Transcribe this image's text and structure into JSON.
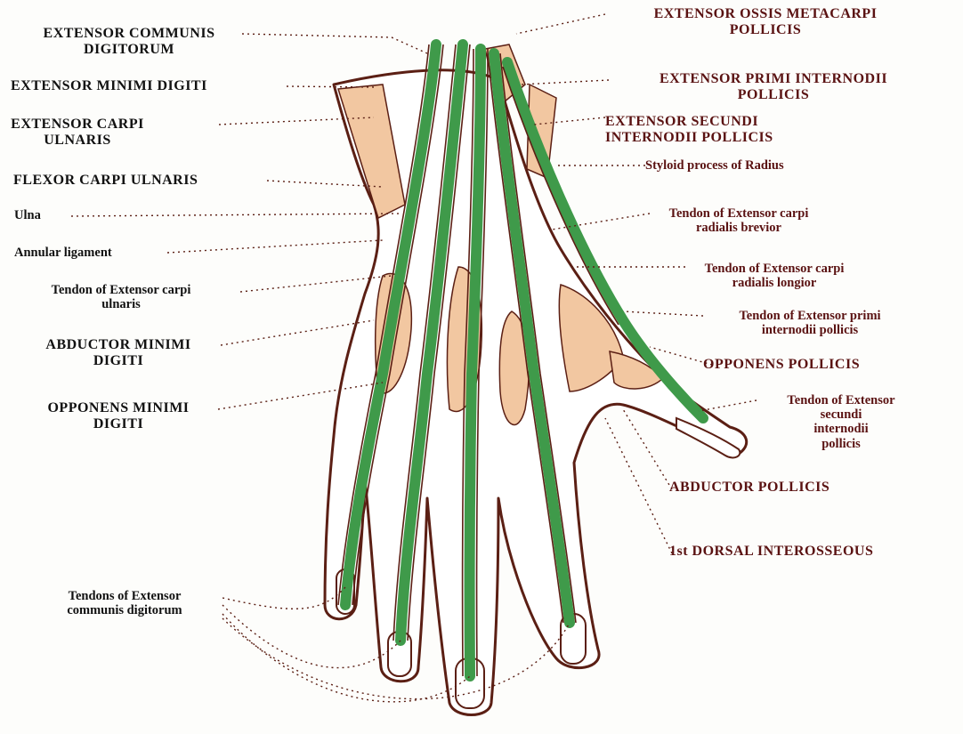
{
  "colors": {
    "tendon": "#3f9a4a",
    "muscle": "#f2c7a1",
    "outline": "#5b1f14",
    "label_left": "#111111",
    "label_right": "#5a1212"
  },
  "labels": {
    "extensor_communis_digitorum": "EXTENSOR COMMUNIS\nDIGITORUM",
    "extensor_minimi_digiti": "EXTENSOR MINIMI DIGITI",
    "extensor_carpi_ulnaris": "EXTENSOR CARPI\nULNARIS",
    "flexor_carpi_ulnaris": "FLEXOR CARPI ULNARIS",
    "ulna": "Ulna",
    "annular_ligament": "Annular ligament",
    "tendon_extensor_carpi_ulnaris": "Tendon of Extensor carpi\nulnaris",
    "abductor_minimi_digiti": "ABDUCTOR MINIMI\nDIGITI",
    "opponens_minimi_digiti": "OPPONENS MINIMI\nDIGITI",
    "tendons_extensor_communis_digitorum": "Tendons of Extensor\ncommunis digitorum",
    "extensor_ossis_metacarpi_pollicis": "EXTENSOR OSSIS METACARPI\nPOLLICIS",
    "extensor_primi_internodii_pollicis": "EXTENSOR PRIMI INTERNODII\nPOLLICIS",
    "extensor_secundi_internodii_pollicis": "EXTENSOR SECUNDI\nINTERNODII POLLICIS",
    "styloid_process_radius": "Styloid process of Radius",
    "tendon_extensor_carpi_radialis_brevior": "Tendon of Extensor carpi\nradialis brevior",
    "tendon_extensor_carpi_radialis_longior": "Tendon of Extensor carpi\nradialis longior",
    "tendon_extensor_primi_internodii_pollicis": "Tendon of Extensor primi\ninternodii pollicis",
    "opponens_pollicis": "OPPONENS POLLICIS",
    "tendon_extensor_secundi_internodii_pollicis": "Tendon of Extensor\nsecundi\ninternodii\npollicis",
    "abductor_pollicis": "ABDUCTOR POLLICIS",
    "first_dorsal_interosseous": "1st DORSAL INTEROSSEOUS"
  }
}
